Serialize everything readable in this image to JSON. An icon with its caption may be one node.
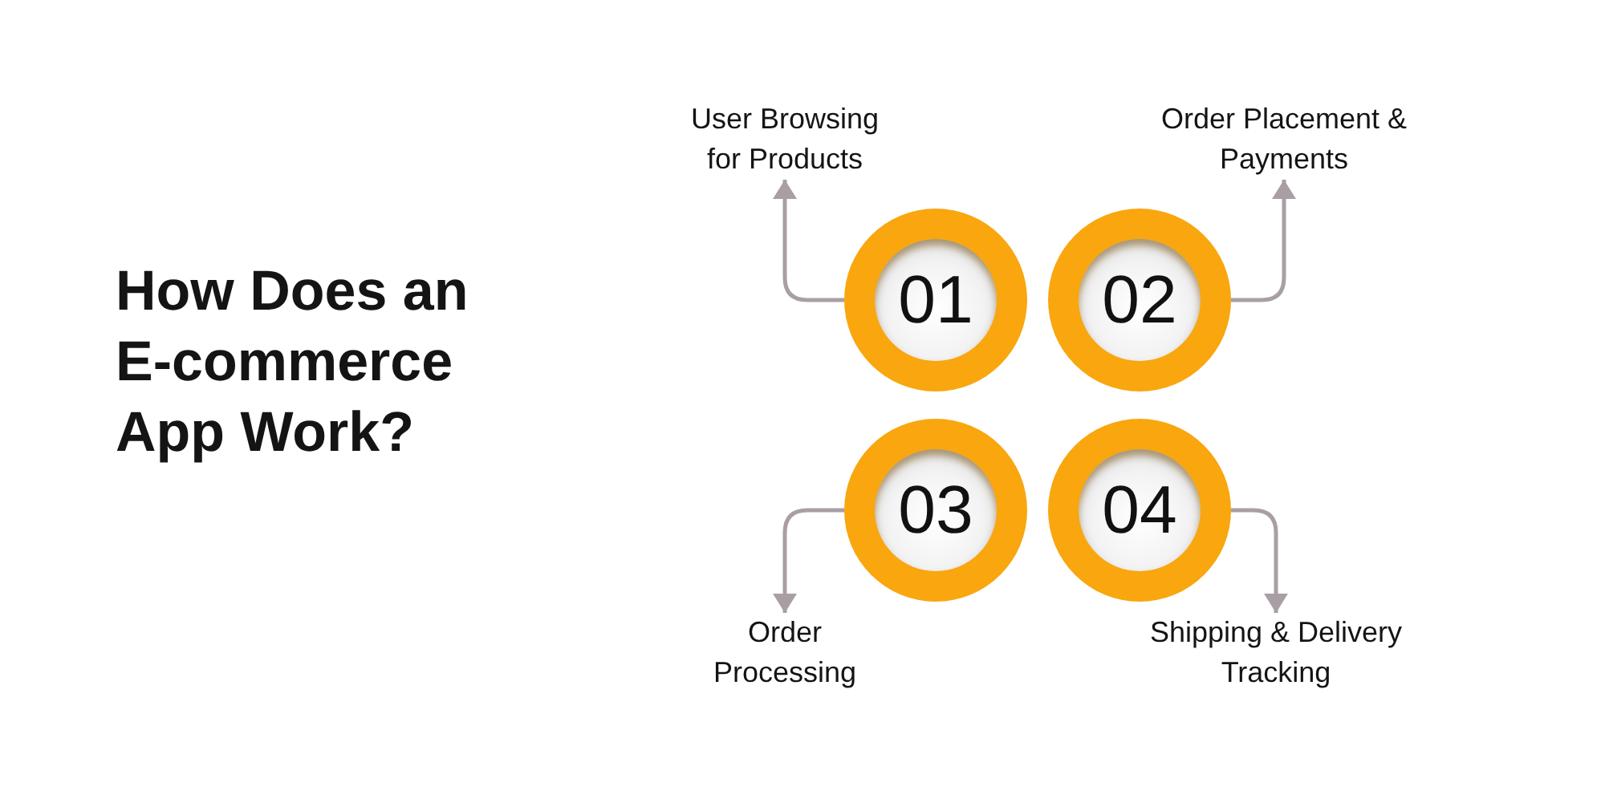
{
  "diagram": {
    "title": "How Does an E-commerce App Work?",
    "nodes": [
      {
        "text": [
          "User Browsing for Products"
        ]
      },
      {
        "text": [
          "Order Placement & Payments"
        ]
      },
      {
        "text": [
          "01"
        ]
      },
      {
        "text": [
          "02"
        ]
      },
      {
        "text": [
          "03"
        ]
      },
      {
        "text": [
          "04"
        ]
      },
      {
        "text": [
          "Order Processing"
        ]
      },
      {
        "text": [
          "Shipping & Delivery Tracking"
        ]
      }
    ],
    "edges": [
      {
        "from": 2,
        "to": 0,
        "arrow": "to"
      },
      {
        "from": 3,
        "to": 1,
        "arrow": "to"
      },
      {
        "from": 4,
        "to": 6,
        "arrow": "to"
      },
      {
        "from": 5,
        "to": 7,
        "arrow": "to"
      }
    ]
  }
}
